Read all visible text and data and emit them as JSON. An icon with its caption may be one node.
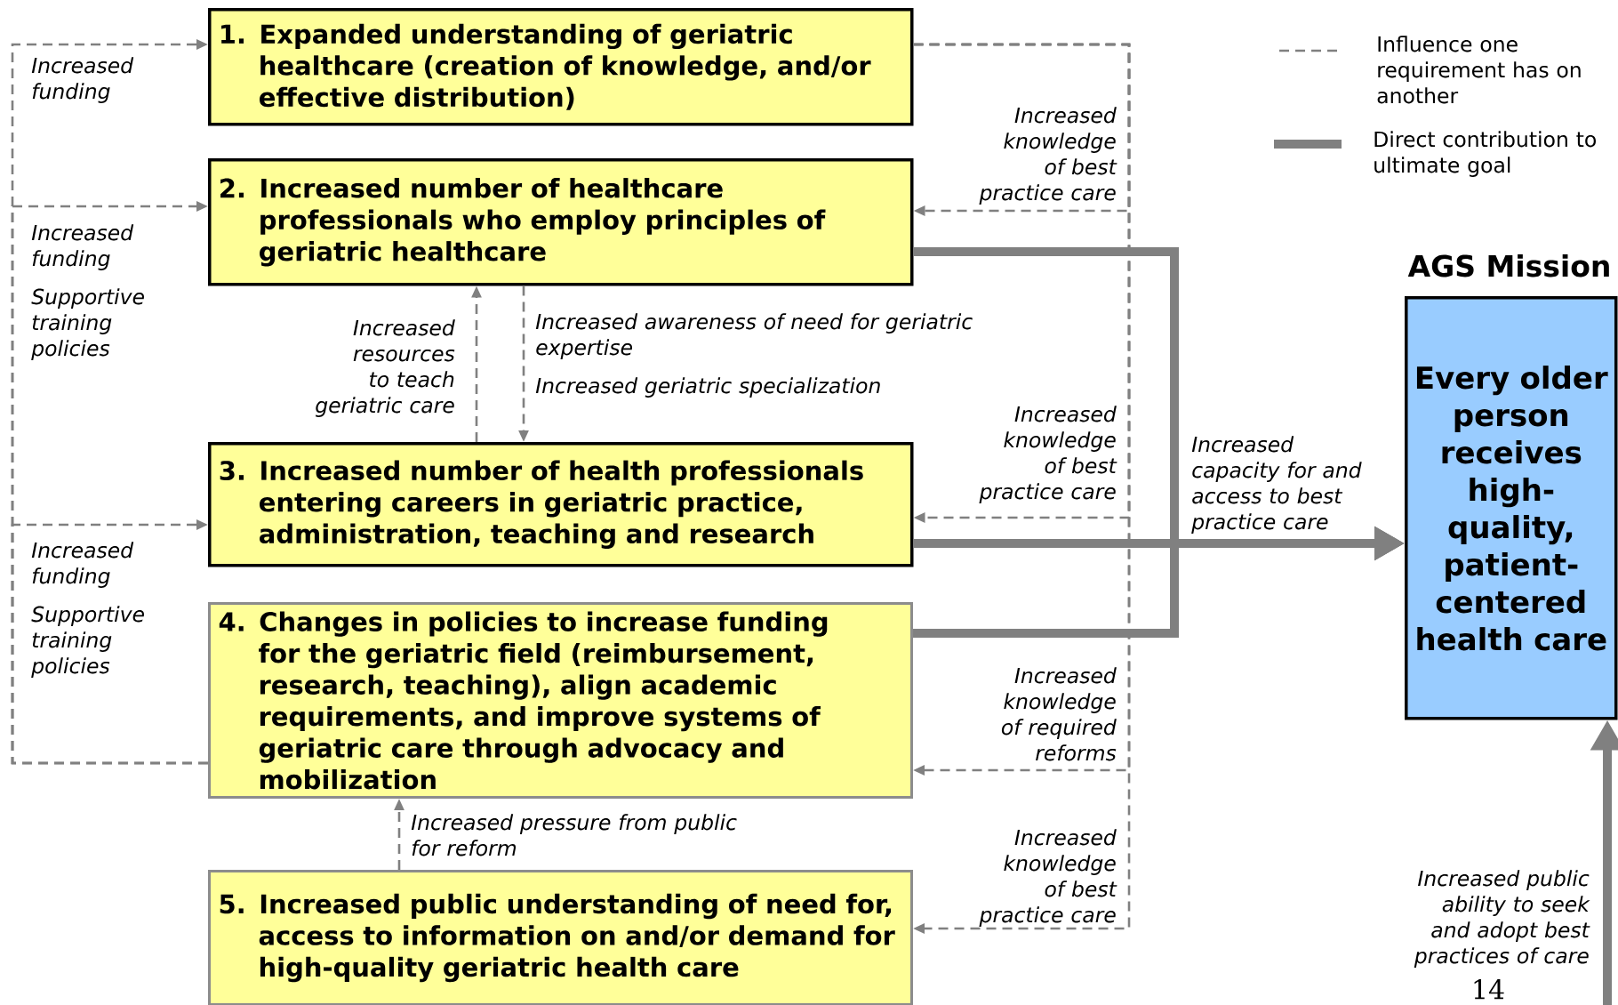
{
  "diagram": {
    "nodes": [
      {
        "text": [
          "1. Expanded understanding of geriatric healthcare (creation of knowledge, and/or effective distribution)"
        ]
      },
      {
        "text": [
          "2. Increased number of healthcare professionals who employ principles of geriatric healthcare"
        ]
      },
      {
        "text": [
          "3. Increased number of health professionals entering careers in geriatric practice, administration, teaching and research"
        ]
      },
      {
        "text": [
          "4. Changes in policies to increase funding for the geriatric field (reimbursement, research, teaching), align academic requirements, and improve systems of geriatric care through advocacy and mobilization"
        ]
      },
      {
        "text": [
          "5. Increased public understanding of need for, access to information on and/or demand for high-quality geriatric health care"
        ]
      },
      {
        "text": [
          "AGS Mission",
          "Every older person receives high-quality, patient-centered health care"
        ]
      }
    ],
    "edges": [
      {
        "from": 3,
        "to": 0,
        "arrow": "to",
        "style": "dashed",
        "label": "Increased funding"
      },
      {
        "from": 3,
        "to": 1,
        "arrow": "to",
        "style": "dashed",
        "label": "Increased funding"
      },
      {
        "from": 3,
        "to": 2,
        "arrow": "to",
        "style": "dashed",
        "label": "Increased funding"
      },
      {
        "from": 0,
        "to": 1,
        "arrow": "to",
        "style": "dashed",
        "label": "Increased knowledge of best practice care"
      },
      {
        "from": 0,
        "to": 2,
        "arrow": "to",
        "style": "dashed",
        "label": "Increased knowledge of best practice care"
      },
      {
        "from": 0,
        "to": 3,
        "arrow": "to",
        "style": "dashed",
        "label": "Increased knowledge of required reforms"
      },
      {
        "from": 0,
        "to": 4,
        "arrow": "to",
        "style": "dashed",
        "label": "Increased knowledge of best practice care"
      },
      {
        "from": 2,
        "to": 1,
        "arrow": "to",
        "style": "dashed",
        "label": "Increased resources to teach geriatric care"
      },
      {
        "from": 1,
        "to": 2,
        "arrow": "to",
        "style": "dashed",
        "label": "Increased awareness of need for geriatric expertise"
      },
      {
        "from": 4,
        "to": 3,
        "arrow": "to",
        "style": "dashed",
        "label": "Increased pressure from public for reform"
      },
      {
        "from": 1,
        "to": 5,
        "arrow": "to",
        "style": "thick"
      },
      {
        "from": 2,
        "to": 5,
        "arrow": "to",
        "style": "thick",
        "label": "Increased capacity for and access to best practice care"
      },
      {
        "from": 3,
        "to": 5,
        "arrow": "to",
        "style": "thick"
      },
      {
        "from": null,
        "to": 5,
        "arrow": "to",
        "style": "thick",
        "label": "Increased public ability to seek and adopt best practices of care"
      }
    ],
    "labels": [
      "Supportive training policies",
      "Increased geriatric specialization",
      "Supportive training policies",
      "14"
    ],
    "legend": [
      {
        "text": "Influence one requirement has on another"
      },
      {
        "text": "Direct contribution to ultimate goal"
      }
    ]
  }
}
